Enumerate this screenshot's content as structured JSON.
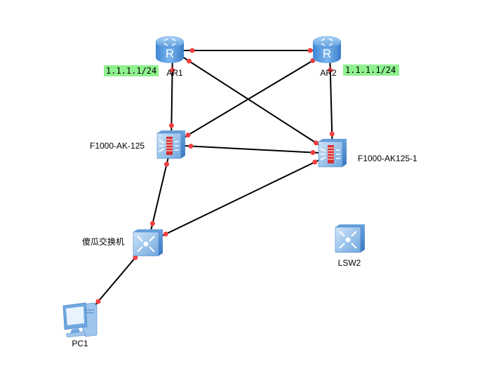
{
  "diagram": {
    "type": "network-topology",
    "devices": [
      {
        "id": "AR1",
        "kind": "router",
        "label": "AR1"
      },
      {
        "id": "AR2",
        "kind": "router",
        "label": "AR2"
      },
      {
        "id": "FW1",
        "kind": "firewall",
        "label": "F1000-AK-125"
      },
      {
        "id": "FW2",
        "kind": "firewall",
        "label": "F1000-AK125-1"
      },
      {
        "id": "SW1",
        "kind": "switch",
        "label": "傻瓜交换机"
      },
      {
        "id": "LSW2",
        "kind": "switch",
        "label": "LSW2"
      },
      {
        "id": "PC1",
        "kind": "pc",
        "label": "PC1"
      }
    ],
    "links": [
      {
        "from": "AR1",
        "to": "AR2"
      },
      {
        "from": "AR1",
        "to": "FW1"
      },
      {
        "from": "AR1",
        "to": "FW2"
      },
      {
        "from": "AR2",
        "to": "FW1"
      },
      {
        "from": "AR2",
        "to": "FW2"
      },
      {
        "from": "FW1",
        "to": "FW2"
      },
      {
        "from": "FW1",
        "to": "SW1"
      },
      {
        "from": "FW2",
        "to": "SW1"
      },
      {
        "from": "SW1",
        "to": "PC1"
      }
    ],
    "annotations": [
      {
        "attached_to": "AR1",
        "text": "1.1.1.1/24",
        "background": "#8ff08f"
      },
      {
        "attached_to": "AR2",
        "text": "1.1.1.1/24",
        "background": "#8ff08f"
      }
    ],
    "colors": {
      "link": "#000000",
      "port_dot": "#f04040",
      "device_blue": "#5b9bd5"
    }
  }
}
